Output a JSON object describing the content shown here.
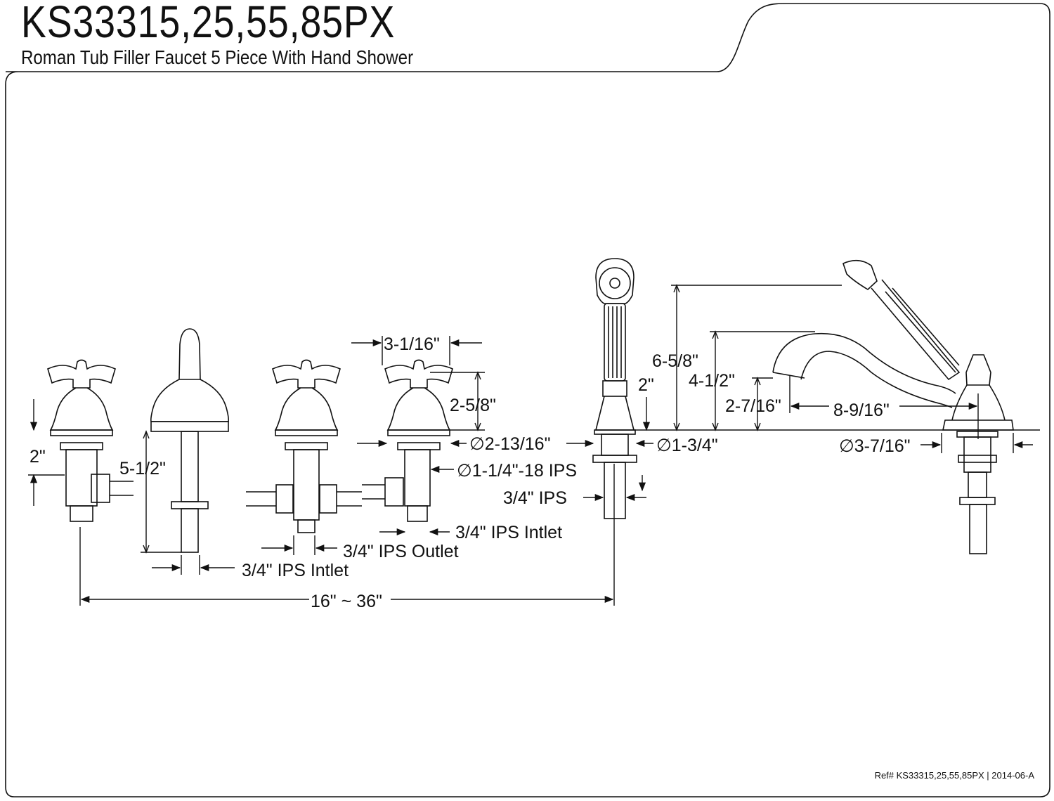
{
  "header": {
    "model": "KS33315,25,55,85PX",
    "description": "Roman Tub Filler Faucet 5 Piece With Hand Shower"
  },
  "dimensions": {
    "handle_height": "2\"",
    "spout_height": "5-1/2\"",
    "handle_spread": "3-1/16\"",
    "handle_body_height": "2-5/8\"",
    "handle_base_diameter": "∅2-13/16\"",
    "shank_thread": "∅1-1/4\"-18 IPS",
    "valve_inlet": "3/4\" IPS Intlet",
    "diverter_outlet": "3/4\" IPS Outlet",
    "spout_inlet": "3/4\" IPS Intlet",
    "overall_spread": "16\" ~ 36\"",
    "shower_base_height": "2\"",
    "shower_base_diameter": "∅1-3/4\"",
    "shower_connection": "3/4\" IPS",
    "total_height": "6-5/8\"",
    "spout_top_height": "4-1/2\"",
    "spout_outlet_height": "2-7/16\"",
    "spout_reach": "8-9/16\"",
    "spout_base_diameter": "∅3-7/16\""
  },
  "footer": {
    "ref": "Ref# KS33315,25,55,85PX | 2014-06-A"
  },
  "colors": {
    "line": "#111111",
    "background": "#ffffff"
  }
}
